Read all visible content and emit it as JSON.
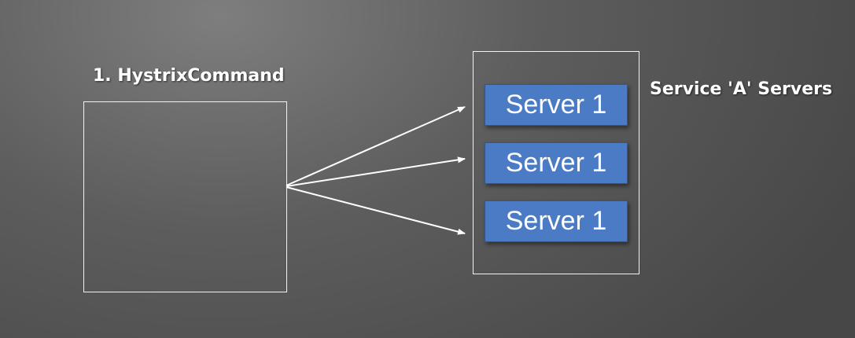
{
  "command": {
    "title": "1. HystrixCommand"
  },
  "service": {
    "title": "Service 'A' Servers"
  },
  "servers": [
    {
      "label": "Server 1"
    },
    {
      "label": "Server 1"
    },
    {
      "label": "Server 1"
    }
  ],
  "colors": {
    "server_fill": "#4a7bc4",
    "outline": "#f2f2f2",
    "arrow": "#ffffff"
  }
}
